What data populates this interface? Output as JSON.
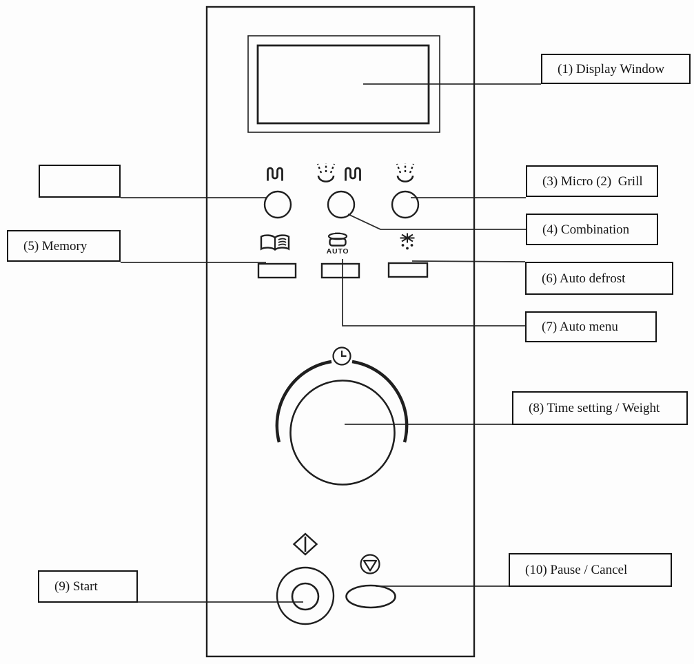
{
  "colors": {
    "line": "#1f1f1f",
    "connector": "#2e2e2e",
    "background": "#fdfdfd",
    "label_border": "#141414"
  },
  "callouts": {
    "display_window": "(1) Display Window",
    "micro_grill": "(3) Micro (2)  Grill",
    "combination": "(4) Combination",
    "memory": "(5) Memory",
    "auto_defrost": "(6) Auto defrost",
    "auto_menu": "(7) Auto menu",
    "time_weight": "(8) Time setting / Weight",
    "start": "(9) Start",
    "pause_cancel": "(10) Pause / Cancel",
    "unlabeled": ""
  },
  "panel": {
    "auto_button_label": "AUTO",
    "buttons": [
      {
        "name": "grill",
        "icon": "grill-coil-icon",
        "shape": "round"
      },
      {
        "name": "combination",
        "icon": "micro-waves-icon,grill-coil-icon",
        "shape": "round"
      },
      {
        "name": "micro",
        "icon": "micro-waves-icon",
        "shape": "round"
      },
      {
        "name": "memory",
        "icon": "open-book-icon",
        "shape": "rect"
      },
      {
        "name": "auto-menu",
        "icon": "pot-auto-icon",
        "shape": "rect"
      },
      {
        "name": "auto-defrost",
        "icon": "snowflake-drip-icon",
        "shape": "rect"
      },
      {
        "name": "time-weight-dial",
        "icon": "clock-icon",
        "shape": "knob"
      },
      {
        "name": "start",
        "icon": "start-diamond-icon",
        "shape": "concentric-round"
      },
      {
        "name": "pause-cancel",
        "icon": "stop-triangle-icon",
        "shape": "oval"
      }
    ]
  }
}
